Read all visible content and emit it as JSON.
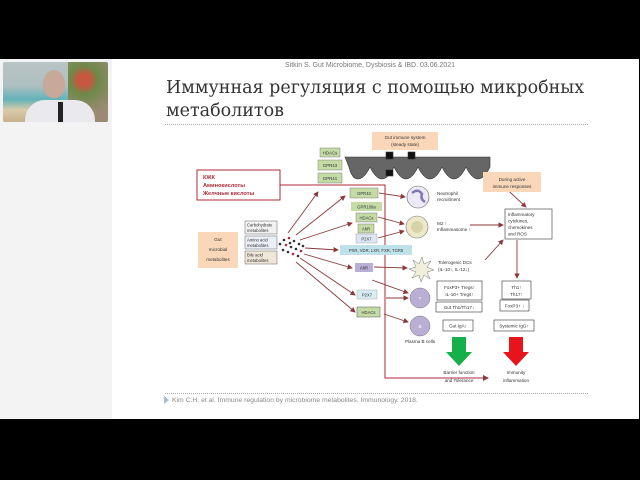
{
  "slide": {
    "header_caption": "Sitkin S. Gut Microbiome, Dysbiosis & IBD. 03.06.2021",
    "title_line1": "Иммунная регуляция с помощью микробных",
    "title_line2": "метаболитов",
    "citation": "Kim C.H. et al. Immune regulation by microbiome metabolites. Immunology. 2018."
  },
  "diagram": {
    "gut_immune_system": [
      "Gut immune system",
      "(steady state)"
    ],
    "red_box": [
      "КЖК",
      "Аминокислоты",
      "Желчные кислоты"
    ],
    "gut_microbial": [
      "Gut",
      "microbial",
      "metabolites"
    ],
    "metabolites": [
      [
        "Carbohydrate",
        "metabolites"
      ],
      [
        "Amino acid",
        "metabolites"
      ],
      [
        "Bile acid",
        "metabolites"
      ]
    ],
    "top_receptors": [
      "HDACs",
      "GPR43",
      "GPR41"
    ],
    "receptors": {
      "gpr43": "GPR43",
      "gpr109a": "GPR109a",
      "hdacs1": "HDACs",
      "ahr1": "AhR",
      "p2x7_1": "P2X7",
      "pxr": "PXR, VDR, LXR, FXR, TGR5",
      "ahr2": "AhR",
      "p2x7_2": "P2X7",
      "hdacs2": "HDACs"
    },
    "neutrophil": [
      "Neutrophil",
      "recruitment"
    ],
    "m2": [
      "M2 ↑",
      "Inflammasome ↑"
    ],
    "dc": [
      "Tolerogenic DCs",
      "(IL-10↑, IL-12↓)"
    ],
    "t_cell": "T",
    "b_cell": "B",
    "plasma": "Plasma B cells",
    "tregs": [
      "FoxP3+ Tregs↑",
      "IL-10+ Tregs↑"
    ],
    "gut_th": "Gut Th1/Th17↓",
    "gut_iga": "Gut IgA↑",
    "barrier": [
      "Barrier function",
      "and Tolerance"
    ],
    "active": [
      "During active",
      "immune responses"
    ],
    "inflammatory": [
      "Inflammatory",
      "cytokines,",
      "chemokines",
      "and ROS"
    ],
    "th": [
      "Th1↑",
      "Th17↑"
    ],
    "foxp3_down": "FoxP3+ ↓",
    "systemic_igg": "Systemic IgG↑",
    "immunity": [
      "Immunity",
      "inflammation"
    ],
    "colors": {
      "peach": "#fad7b8",
      "green_box": "#c5dba6",
      "red": "#b02a37",
      "arrow": "#8a3a3a",
      "green_arrow": "#16b04a",
      "red_arrow": "#e8141c"
    }
  }
}
